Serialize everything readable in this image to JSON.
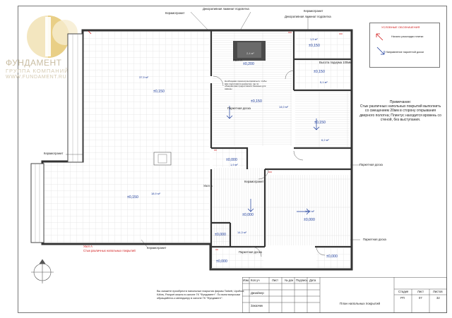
{
  "logo": {
    "name": "ФУНДАМЕНТ",
    "sub1": "ГРУППА КОМПАНИЙ",
    "sub2": "WWW.FUNDAMENT.RU",
    "brand_color": "#d9b35a"
  },
  "legend": {
    "title": "УСЛОВНЫЕ ОБОЗНАЧЕНИЯ",
    "item1": "Начало раскладки плитки",
    "item2": "Направление паркетной доски"
  },
  "notes": {
    "title": "Примечание:",
    "body": "Стык различных напольных покрытий выполнить со смещением 20мм в сторону открывания дверного полотна; Плинтус находится вровень со стеной, без выступания."
  },
  "plan": {
    "labels": {
      "keramogranit": "Керамогранит",
      "parket_board": "Паркетная доска",
      "decor_strip": "Декоративная ламинат подсветка",
      "podium_height": "Высота подиума 100мм",
      "node_a": "Узел А",
      "node_a_red": "Узел А",
      "joint_red": "Стык различных напольных покрытий",
      "shaft_note": "Необходимо проконсультироваться, чтобы вам подготовили демонтаж, где по обмерам вам предоставили смежные для замены"
    },
    "levels": {
      "main": "±0,150",
      "center": "±0,150",
      "right": "±0,150",
      "bottom_left": "±0,150",
      "top_right": "±0,150",
      "top_right2": "±0,150",
      "shaft": "±0,200",
      "hall": "±0,000",
      "corridor": "±0,000",
      "bath1": "±0,000",
      "bath2": "±0,000",
      "bath3": "±0,000",
      "bedroom": "±0,000"
    },
    "areas": {
      "main": "37,9 м²",
      "center": "14,0 м²",
      "right": "6,2 м²",
      "bottom_left": "18,9 м²",
      "top_right": "1,5 м²",
      "top_right2": "5,1 м²",
      "shaft": "2,4 м²",
      "hall": "1,9 м²",
      "corridor": "14,3 м²",
      "bedroom": "12,5 м²"
    }
  },
  "client_note": "Вы сможете приобрести напольные покрытия фирмы Tarkett, Upofloor, Kährs, Parquet можно в салоне ГК \"Фундамент\". По всем вопросам обращайтесь к менеджеру в салоне ГК \"Фундамент\".",
  "title_block": {
    "col_izm": "Изм.",
    "col_kol": "Кол.уч",
    "col_list": "Лист",
    "col_doc": "№ док",
    "col_sign": "Подпись",
    "col_date": "Дата",
    "role1": "Дизайнер",
    "role2": "Заказчик",
    "sheet_title": "План напольных покрытий",
    "stage_h": "Стадия",
    "list_h": "Лист",
    "lists_h": "Листов",
    "stage": "РП",
    "list": "07",
    "lists": "32"
  }
}
